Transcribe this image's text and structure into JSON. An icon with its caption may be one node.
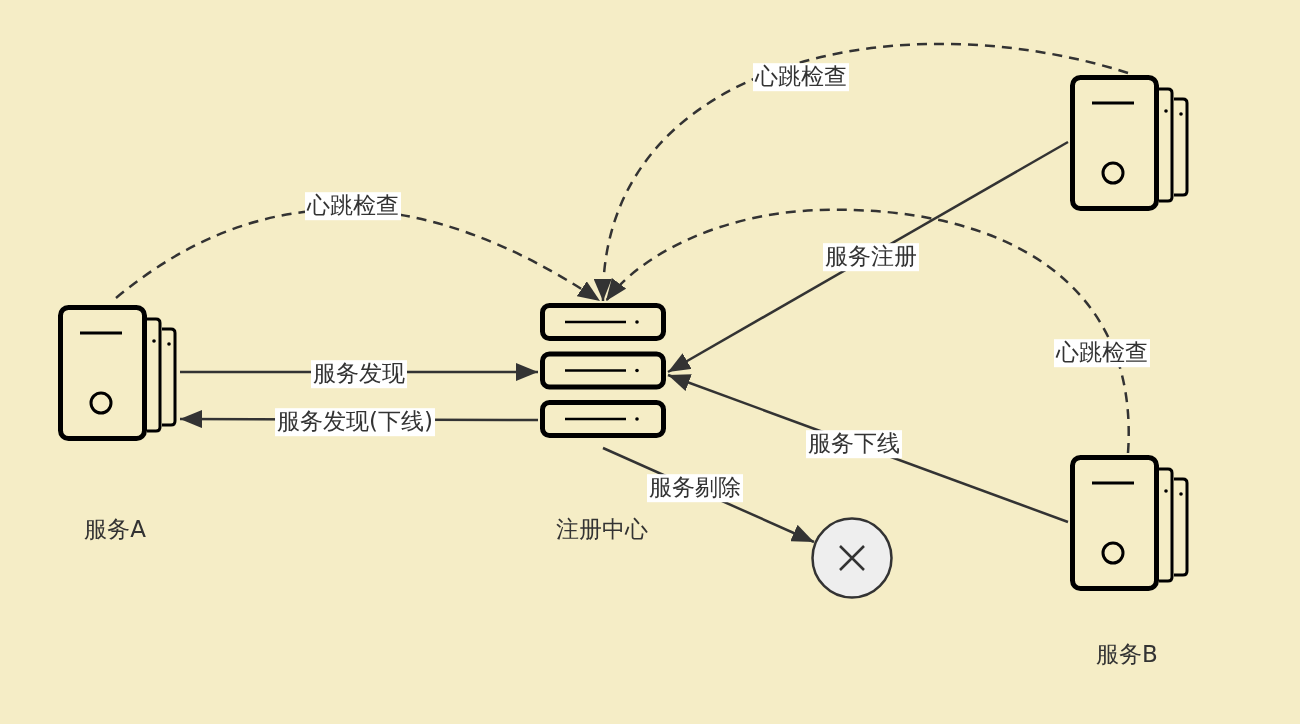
{
  "diagram": {
    "nodes": [
      {
        "text": [],
        "shape": "server",
        "beside": [
          "服务A"
        ]
      },
      {
        "text": [],
        "shape": "server",
        "beside": [
          "注册中心"
        ]
      },
      {
        "text": [],
        "shape": "server"
      },
      {
        "text": [],
        "shape": "server",
        "beside": [
          "服务B"
        ]
      },
      {
        "text": [],
        "shape": "circle"
      }
    ],
    "edges": [
      {
        "from": 0,
        "to": 1,
        "arrow": "to",
        "label": "服务发现"
      },
      {
        "from": 1,
        "to": 0,
        "arrow": "to",
        "label": "服务发现(下线)"
      },
      {
        "from": 0,
        "to": 1,
        "arrow": "to",
        "label": "心跳检查",
        "style": "dashed"
      },
      {
        "from": 2,
        "to": 1,
        "arrow": "to",
        "label": "心跳检查",
        "style": "dashed"
      },
      {
        "from": 3,
        "to": 1,
        "arrow": "to",
        "label": "心跳检查",
        "style": "dashed"
      },
      {
        "from": 2,
        "to": 1,
        "arrow": "to",
        "label": "服务注册"
      },
      {
        "from": 3,
        "to": 1,
        "arrow": "to",
        "label": "服务下线"
      },
      {
        "from": 1,
        "to": 4,
        "arrow": "to",
        "label": "服务剔除"
      }
    ]
  }
}
